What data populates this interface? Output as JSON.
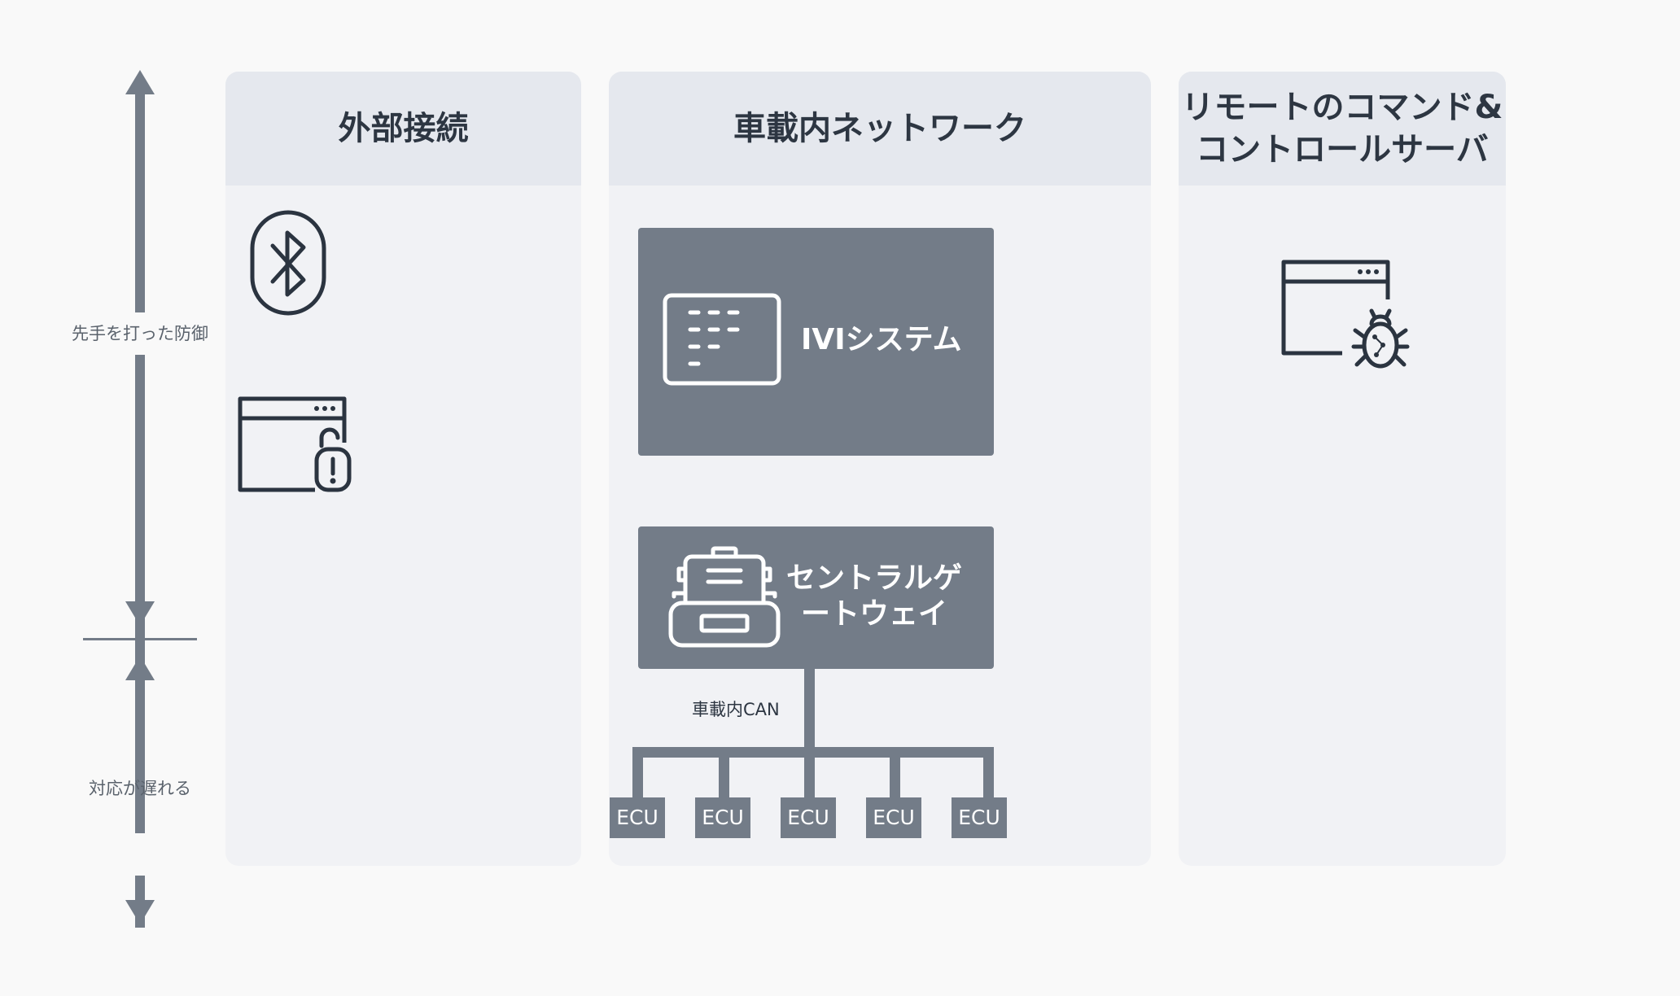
{
  "columns": {
    "external": {
      "title": "外部接続"
    },
    "network": {
      "title": "車載内ネットワーク"
    },
    "remote": {
      "title_line1": "リモートのコマンド&",
      "title_line2": "コントロールサーバ"
    }
  },
  "network": {
    "ivi_label": "IVIシステム",
    "gateway_label": "セントラルゲ\nートウェイ",
    "can_label": "車載内CAN",
    "ecus": [
      "ECU",
      "ECU",
      "ECU",
      "ECU",
      "ECU"
    ]
  },
  "side_axis": {
    "proactive_label": "先手を打った防御",
    "reactive_label": "対応が遅れる"
  },
  "icons": {
    "bluetooth": "bluetooth-icon",
    "browser_lock": "browser-unlock-icon",
    "browser_bug": "browser-bug-icon",
    "ivi": "display-panel-icon",
    "gateway": "gateway-device-icon"
  },
  "colors": {
    "arrow": "#737c88",
    "box": "#737c88",
    "column_bg": "#f1f2f5",
    "column_header_bg": "#e5e8ee"
  }
}
